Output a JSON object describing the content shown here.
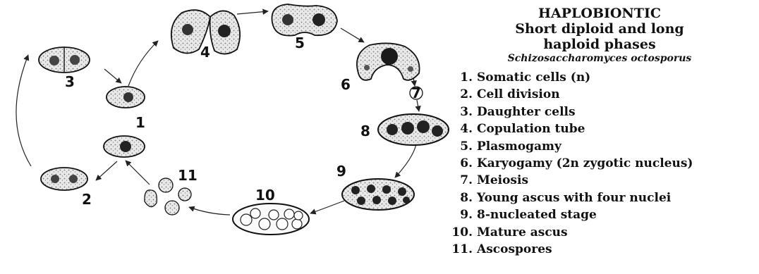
{
  "title": {
    "main": "HAPLOBIONTIC",
    "line2": "Short diploid and long",
    "line3": "haploid phases",
    "species": "Schizosaccharomyces octosporus"
  },
  "stage_labels": [
    "1",
    "2",
    "3",
    "4",
    "5",
    "6",
    "7",
    "8",
    "9",
    "10",
    "11"
  ],
  "legend": [
    {
      "num": "1.",
      "label": "Somatic cells (n)"
    },
    {
      "num": "2.",
      "label": "Cell division"
    },
    {
      "num": "3.",
      "label": "Daughter cells"
    },
    {
      "num": "4.",
      "label": "Copulation tube"
    },
    {
      "num": "5.",
      "label": "Plasmogamy"
    },
    {
      "num": "6.",
      "label": "Karyogamy (2n zygotic nucleus)"
    },
    {
      "num": "7.",
      "label": "Meiosis"
    },
    {
      "num": "8.",
      "label": "Young ascus with four nuclei"
    },
    {
      "num": "9.",
      "label": "8-nucleated stage"
    },
    {
      "num": "10.",
      "label": "Mature ascus"
    },
    {
      "num": "11.",
      "label": "Ascospores"
    }
  ]
}
